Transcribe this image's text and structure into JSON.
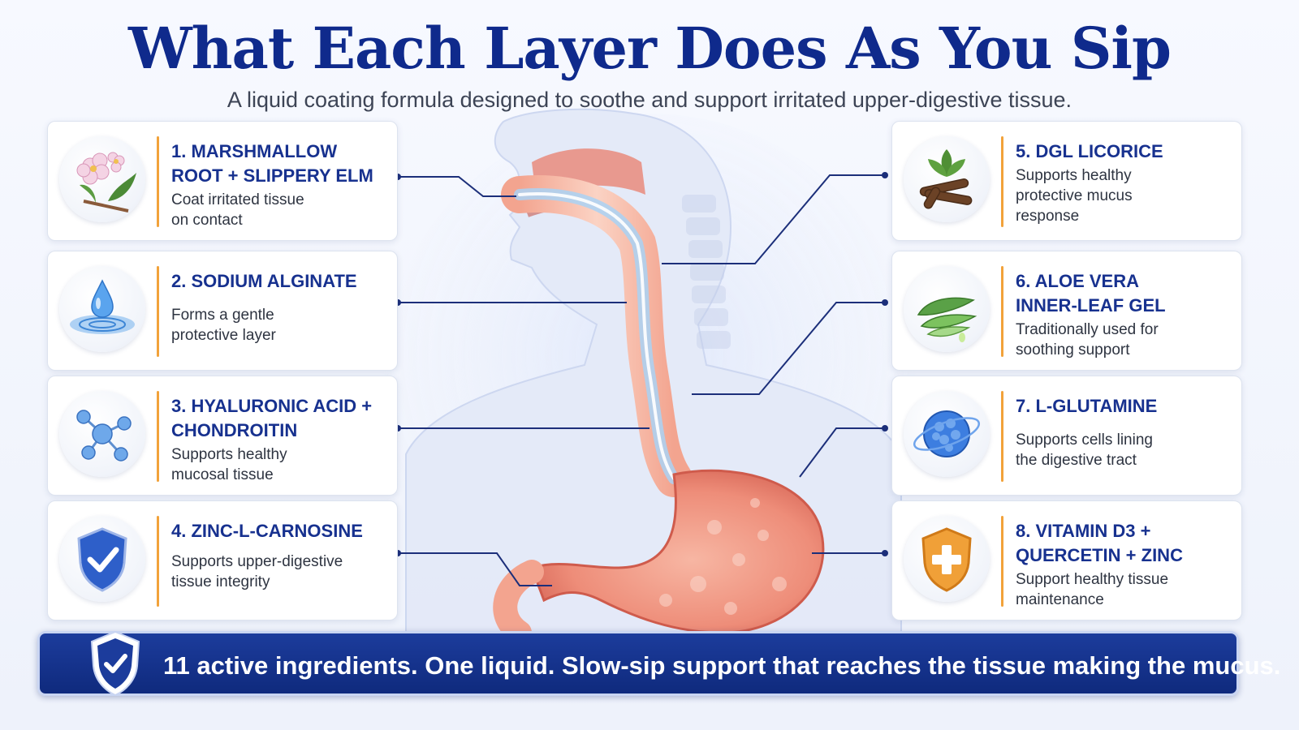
{
  "title": "What Each Layer Does As You Sip",
  "subtitle": "A liquid coating formula designed to soothe and support irritated upper-digestive tissue.",
  "colors": {
    "navy": "#0f2a8c",
    "accent_orange": "#f2a23a",
    "card_bg": "#ffffff",
    "banner": "#1c3c9c"
  },
  "left_cards": [
    {
      "heading": "1. MARSHMALLOW\nROOT + SLIPPERY ELM",
      "description": "Coat irritated tissue\non contact",
      "icon": "marshmallow-flower-icon"
    },
    {
      "heading": "2. SODIUM ALGINATE",
      "description": "Forms a gentle\nprotective layer",
      "icon": "water-drop-icon"
    },
    {
      "heading": "3. HYALURONIC ACID +\nCHONDROITIN",
      "description": "Supports healthy\nmucosal tissue",
      "icon": "molecule-icon"
    },
    {
      "heading": "4. ZINC-L-CARNOSINE",
      "description": "Supports upper-digestive\ntissue integrity",
      "icon": "checkmark-shield-icon"
    }
  ],
  "right_cards": [
    {
      "heading": "5. DGL LICORICE",
      "description": "Supports healthy\nprotective mucus\nresponse",
      "icon": "licorice-root-icon"
    },
    {
      "heading": "6. ALOE VERA\n    INNER-LEAF GEL",
      "description": "Traditionally used for\nsoothing support",
      "icon": "aloe-vera-icon"
    },
    {
      "heading": "7. L-GLUTAMINE",
      "description": "Supports cells lining\nthe digestive tract",
      "icon": "cell-sphere-icon"
    },
    {
      "heading": "8. VITAMIN D3 +\nQUERCETIN + ZINC",
      "description": "Support healthy tissue\nmaintenance",
      "icon": "plus-shield-icon"
    }
  ],
  "banner": {
    "text": "11 active ingredients. One liquid. Slow-sip support that reaches the tissue making the mucus.",
    "icon": "checkmark-shield-icon"
  }
}
